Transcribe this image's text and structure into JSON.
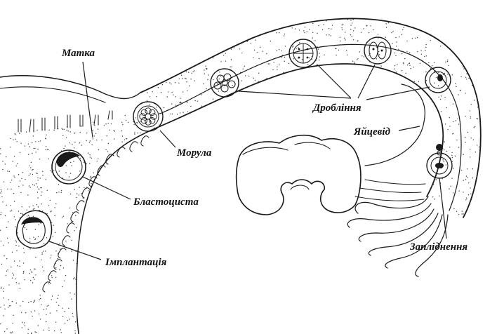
{
  "labels": {
    "uterus": "Матка",
    "morula": "Морула",
    "blastocyst": "Бластоциста",
    "implantation": "Імплантація",
    "cleavage": "Дроблiння",
    "oviduct": "Яйцевід",
    "fertilization": "Запліднення"
  },
  "colors": {
    "ink": "#1a1a1a",
    "background": "#ffffff",
    "stipple": "#3a3a3a"
  }
}
